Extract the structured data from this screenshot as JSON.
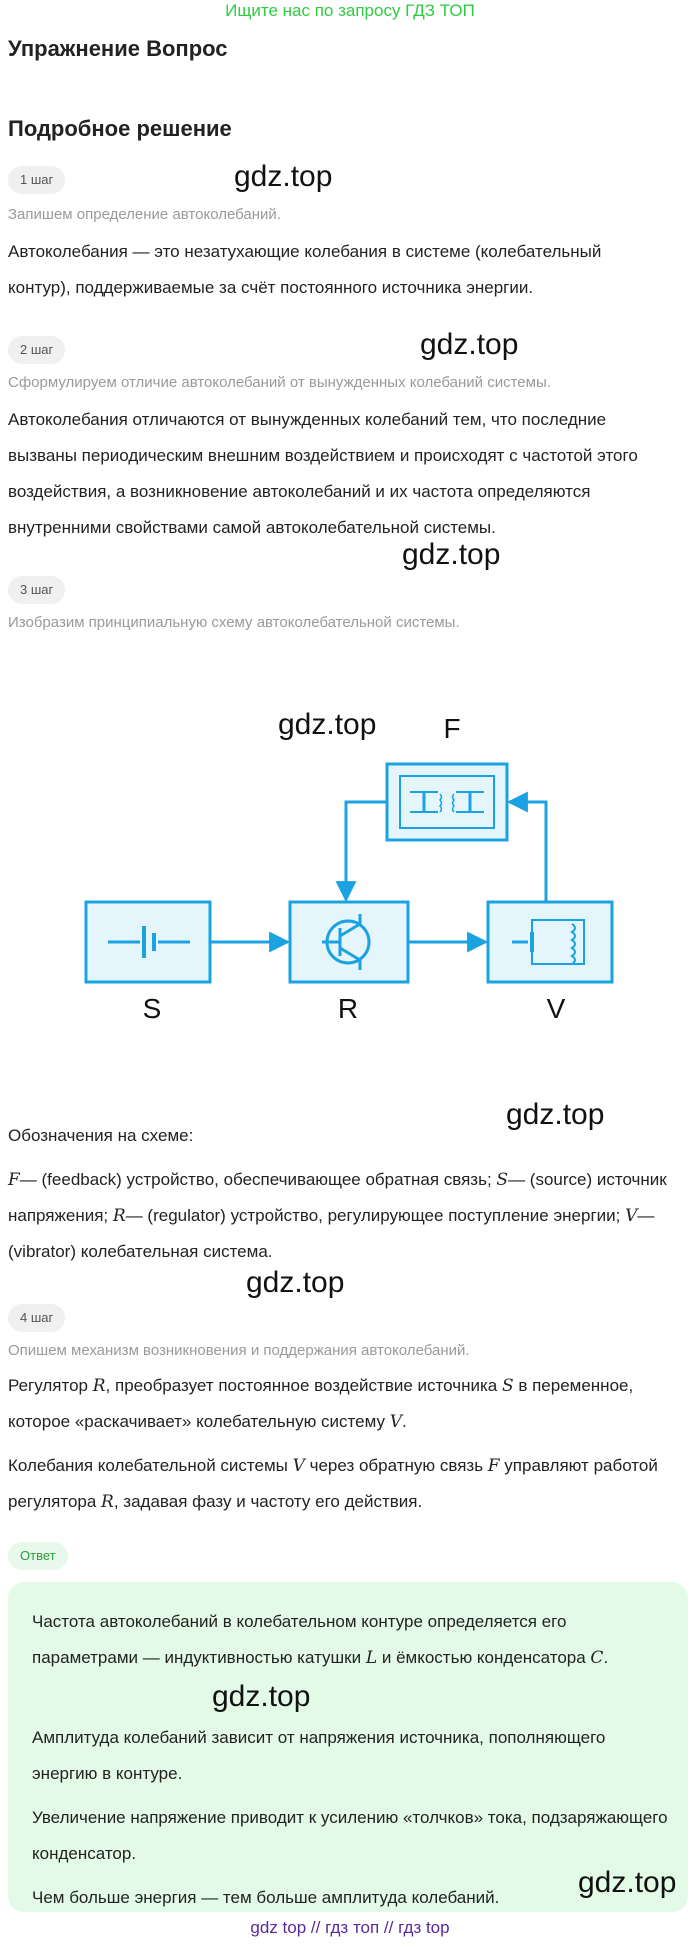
{
  "banner": "Ищите нас по запросу ГДЗ ТОП",
  "title": "Упражнение Вопрос",
  "subtitle": "Подробное решение",
  "watermark": "gdz.top",
  "steps": [
    {
      "label": "1 шаг",
      "hint": "Запишем определение автоколебаний.",
      "text": "Автоколебания — это незатухающие колебания в системе (колебательный контур), поддерживаемые за счёт постоянного источника энергии."
    },
    {
      "label": "2 шаг",
      "hint": "Сформулируем отличие автоколебаний от вынужденных колебаний системы.",
      "text": "Автоколебания отличаются от вынужденных колебаний тем, что последние вызваны периодическим внешним воздействием и происходят с частотой этого воздействия, а возникновение автоколебаний и их частота определяются внутренними свойствами самой автоколебательной системы."
    },
    {
      "label": "3 шаг",
      "hint": "Изобразим принципиальную схему автоколебательной системы."
    },
    {
      "label": "4 шаг",
      "hint": "Опишем механизм возникновения и поддержания автоколебаний."
    }
  ],
  "diagram": {
    "labels": {
      "f": "F",
      "s": "S",
      "r": "R",
      "v": "V"
    },
    "color": "#1aa3e0",
    "fill": "#e4f5fc"
  },
  "legend": {
    "heading": "Обозначения на схеме:",
    "f_sym": "F",
    "f_text": "— (feedback) устройство, обеспечивающее обратная связь; ",
    "s_sym": "S",
    "s_text": "— (source) источник напряжения; ",
    "r_sym": "R",
    "r_text": "— (regulator) устройство, регулирующее поступление энергии; ",
    "v_sym": "V",
    "v_text": "— (vibrator) колебательная система."
  },
  "step4": {
    "p1a": "Регулятор ",
    "p1b": ", преобразует постоянное воздействие источника ",
    "p1c": " в переменное, которое «раскачивает» колебательную систему ",
    "p1d": ".",
    "p2a": "Колебания колебательной системы ",
    "p2b": " через обратную связь ",
    "p2c": " управляют работой регулятора ",
    "p2d": ", задавая фазу и частоту его действия.",
    "sym_r": "R",
    "sym_s": "S",
    "sym_v": "V",
    "sym_f": "F"
  },
  "answer": {
    "label": "Ответ",
    "p1a": "Частота автоколебаний в колебательном контуре определяется его параметрами — индуктивностью катушки ",
    "sym_l": "L",
    "p1b": " и ёмкостью конденсатора ",
    "sym_c": "C",
    "p1c": ".",
    "p2": "Амплитуда колебаний зависит от напряжения источника, пополняющего энергию в контуре.",
    "p3": "Увеличение напряжение приводит к усилению «толчков» тока, подзаряжающего конденсатор.",
    "p4": "Чем больше энергия — тем больше амплитуда колебаний."
  },
  "footer": "gdz top  //  гдз топ  //  гдз top"
}
